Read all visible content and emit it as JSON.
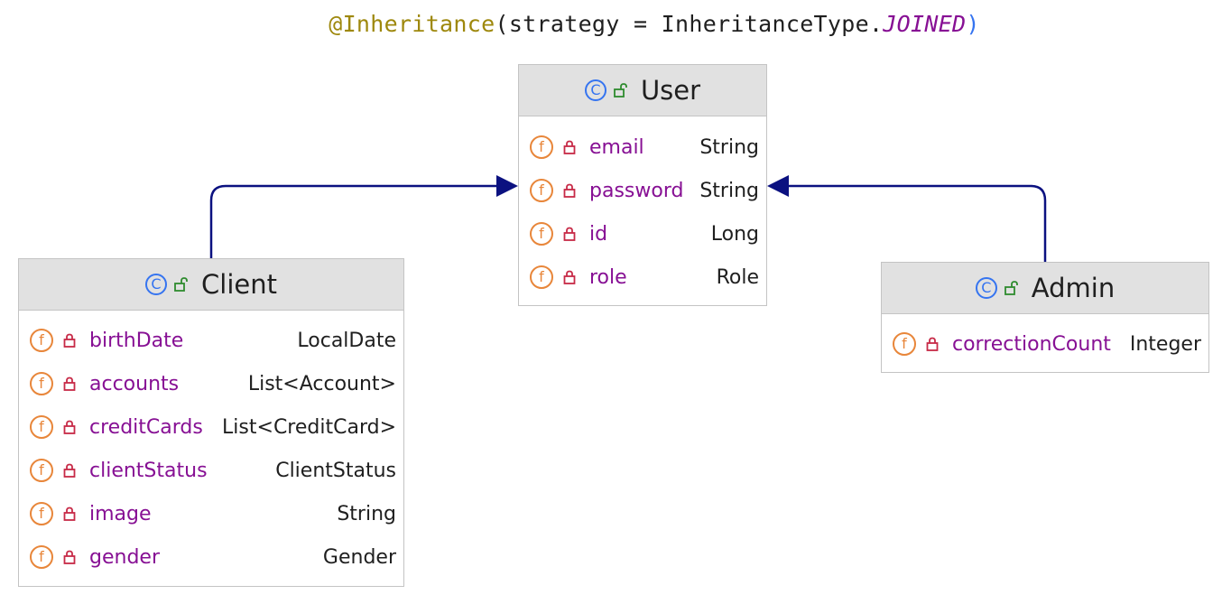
{
  "annotation": {
    "name": "@Inheritance",
    "open": "(",
    "key": "strategy = InheritanceType.",
    "constant": "JOINED",
    "close": ")"
  },
  "colors": {
    "connector": "#0b1180",
    "field_name": "#871094",
    "field_icon": "#e8863a",
    "lock_icon": "#c72a47",
    "class_icon": "#3574f0",
    "visibility_icon": "#2e8b2e",
    "header_bg": "#e1e1e1"
  },
  "icons": {
    "class": "class-c-icon",
    "visibility": "public-unlock-icon",
    "field": "field-f-icon",
    "private": "private-lock-icon"
  },
  "classes": {
    "user": {
      "name": "User",
      "fields": [
        {
          "name": "email",
          "type": "String"
        },
        {
          "name": "password",
          "type": "String"
        },
        {
          "name": "id",
          "type": "Long"
        },
        {
          "name": "role",
          "type": "Role"
        }
      ]
    },
    "client": {
      "name": "Client",
      "fields": [
        {
          "name": "birthDate",
          "type": "LocalDate"
        },
        {
          "name": "accounts",
          "type": "List<Account>"
        },
        {
          "name": "creditCards",
          "type": "List<CreditCard>"
        },
        {
          "name": "clientStatus",
          "type": "ClientStatus"
        },
        {
          "name": "image",
          "type": "String"
        },
        {
          "name": "gender",
          "type": "Gender"
        }
      ]
    },
    "admin": {
      "name": "Admin",
      "fields": [
        {
          "name": "correctionCount",
          "type": "Integer"
        }
      ]
    }
  },
  "relations": [
    {
      "from": "Client",
      "to": "User",
      "kind": "extends"
    },
    {
      "from": "Admin",
      "to": "User",
      "kind": "extends"
    }
  ]
}
